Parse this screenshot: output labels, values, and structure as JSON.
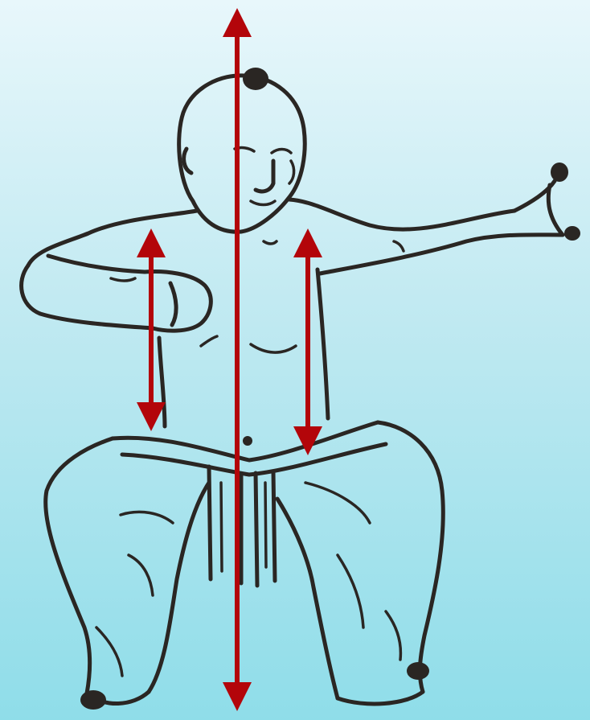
{
  "colors": {
    "background_top": "#e8f7fb",
    "background_bottom": "#8fdde9",
    "figure_ink": "#2a2623",
    "arrow": "#b3050a"
  },
  "arrows": [
    {
      "name": "center-axis-arrow",
      "kind": "double-headed",
      "orientation": "vertical"
    },
    {
      "name": "left-torso-arrow",
      "kind": "double-headed",
      "orientation": "vertical"
    },
    {
      "name": "right-torso-arrow",
      "kind": "double-headed",
      "orientation": "vertical"
    }
  ]
}
